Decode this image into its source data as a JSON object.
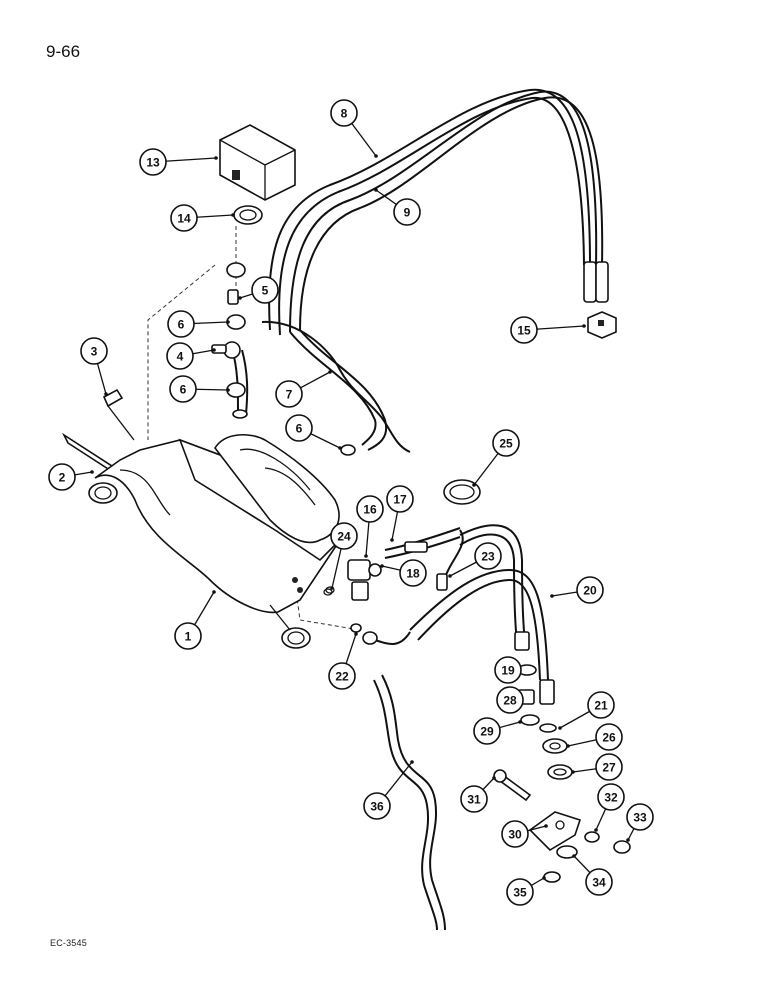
{
  "page": {
    "number": "9-66",
    "reference_code": "EC-3545"
  },
  "callouts": [
    {
      "label": "1"
    },
    {
      "label": "2"
    },
    {
      "label": "3"
    },
    {
      "label": "4"
    },
    {
      "label": "5"
    },
    {
      "label": "6"
    },
    {
      "label": "6"
    },
    {
      "label": "6"
    },
    {
      "label": "7"
    },
    {
      "label": "8"
    },
    {
      "label": "9"
    },
    {
      "label": "13"
    },
    {
      "label": "14"
    },
    {
      "label": "15"
    },
    {
      "label": "16"
    },
    {
      "label": "17"
    },
    {
      "label": "18"
    },
    {
      "label": "19"
    },
    {
      "label": "20"
    },
    {
      "label": "21"
    },
    {
      "label": "22"
    },
    {
      "label": "23"
    },
    {
      "label": "24"
    },
    {
      "label": "25"
    },
    {
      "label": "26"
    },
    {
      "label": "27"
    },
    {
      "label": "28"
    },
    {
      "label": "29"
    },
    {
      "label": "30"
    },
    {
      "label": "31"
    },
    {
      "label": "32"
    },
    {
      "label": "33"
    },
    {
      "label": "34"
    },
    {
      "label": "35"
    },
    {
      "label": "36"
    }
  ]
}
